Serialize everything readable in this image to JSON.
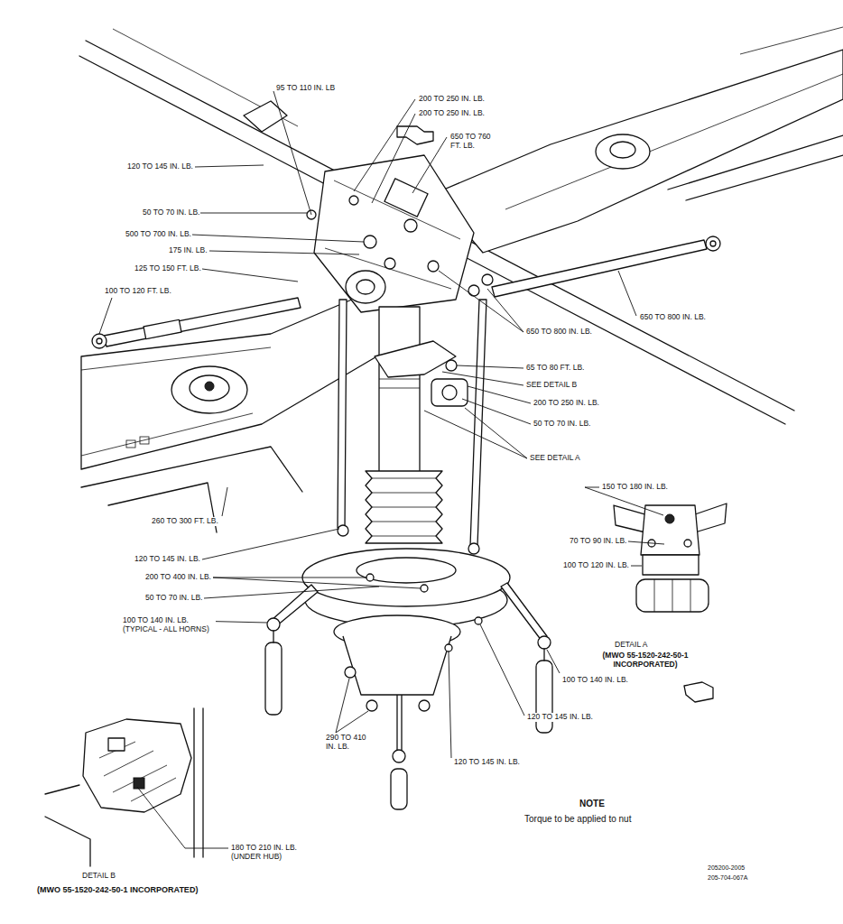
{
  "diagram": {
    "labels": [
      "95 TO 110 IN. LB",
      "200 TO 250 IN. LB.",
      "200 TO 250 IN. LB.",
      "650 TO 760 FT. LB.",
      "120 TO 145 IN. LB.",
      "50 TO 70 IN. LB.",
      "500 TO 700 IN. LB.",
      "175 IN. LB.",
      "125 TO 150 FT. LB.",
      "100 TO 120 FT. LB.",
      "650 TO 800 IN. LB.",
      "650 TO 800 IN. LB.",
      "65 TO 80 FT. LB.",
      "SEE DETAIL B",
      "200 TO 250 IN. LB.",
      "50 TO 70 IN. LB.",
      "SEE DETAIL A",
      "150 TO 180 IN. LB.",
      "70 TO 90 IN. LB.",
      "100 TO 120 IN. LB.",
      "DETAIL A",
      "(MWO 55-1520-242-50-1 INCORPORATED)",
      "260 TO 300 FT. LB.",
      "120 TO 145 IN. LB.",
      "200 TO 400 IN. LB.",
      "50 TO 70 IN. LB.",
      "100 TO 140 IN. LB. (TYPICAL - ALL HORNS)",
      "100 TO 140 IN. LB.",
      "290 TO 410 IN. LB.",
      "120 TO 145 IN. LB.",
      "120 TO 145 IN. LB.",
      "NOTE",
      "Torque to be applied to nut",
      "180 TO 210 IN. LB. (UNDER HUB)",
      "DETAIL B",
      "(MWO 55-1520-242-50-1 INCORPORATED)",
      "205200-2005",
      "205-704-067A"
    ]
  }
}
